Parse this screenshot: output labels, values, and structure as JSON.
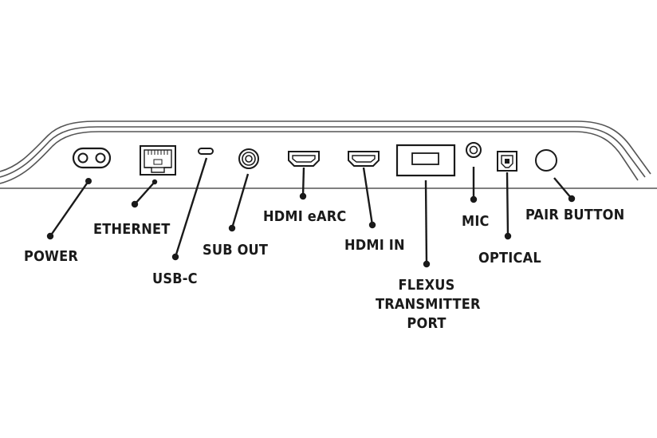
{
  "labels": {
    "power": "POWER",
    "ethernet": "ETHERNET",
    "usb_c": "USB-C",
    "sub_out": "SUB OUT",
    "hdmi_earc": "HDMI eARC",
    "hdmi_in": "HDMI IN",
    "flexus": "FLEXUS\nTRANSMITTER\nPORT",
    "mic": "MIC",
    "optical": "OPTICAL",
    "pair_button": "PAIR BUTTON"
  },
  "colors": {
    "line": "#1a1a1a",
    "panel_stroke": "#555555",
    "background": "#ffffff"
  }
}
